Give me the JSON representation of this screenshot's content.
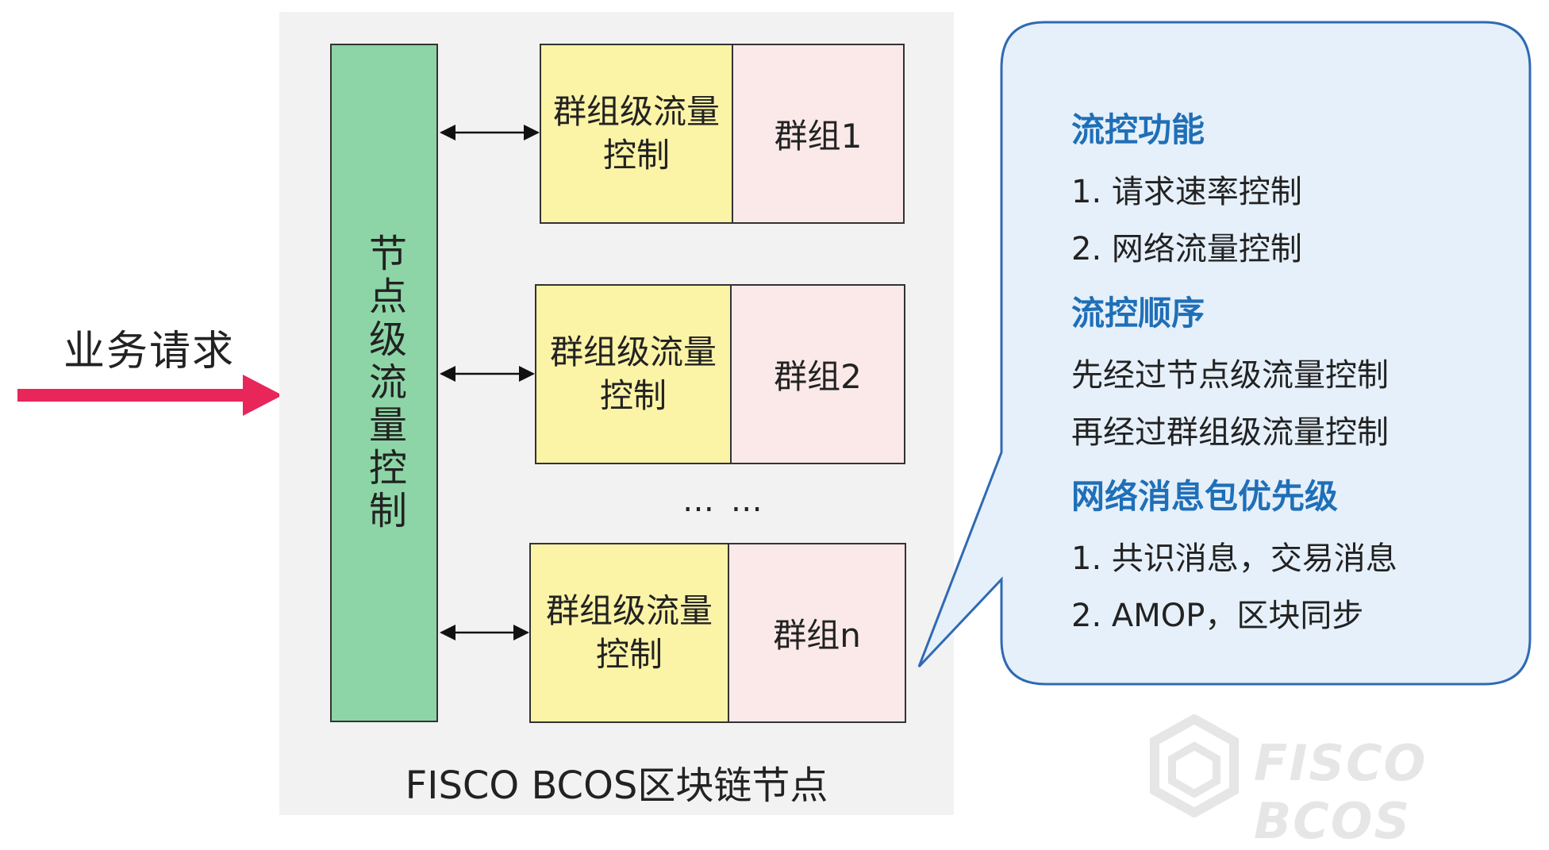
{
  "request": {
    "label": "业务请求"
  },
  "node": {
    "caption": "FISCO BCOS区块链节点",
    "node_flow_control": "节点级流量控制"
  },
  "groups": [
    {
      "flow_control": "群组级流量控制",
      "name": "群组1"
    },
    {
      "flow_control": "群组级流量控制",
      "name": "群组2"
    },
    {
      "flow_control": "群组级流量控制",
      "name": "群组n"
    }
  ],
  "ellipsis": "… …",
  "info": {
    "sections": [
      {
        "title": "流控功能",
        "lines": [
          "1.  请求速率控制",
          "2.  网络流量控制"
        ]
      },
      {
        "title": "流控顺序",
        "lines": [
          "先经过节点级流量控制",
          "再经过群组级流量控制"
        ]
      },
      {
        "title": "网络消息包优先级",
        "lines": [
          "1.  共识消息，交易消息",
          "2.  AMOP，区块同步"
        ]
      }
    ]
  },
  "watermark": {
    "text": "FISCO BCOS"
  },
  "colors": {
    "arrow": "#e8265a",
    "node_ctrl": "#8dd5a6",
    "group_flow": "#fbf3a6",
    "group_name": "#fbe9e9",
    "callout_fill": "#e6f0fa",
    "callout_stroke": "#2f6ab3",
    "heading": "#1f6fb8"
  }
}
